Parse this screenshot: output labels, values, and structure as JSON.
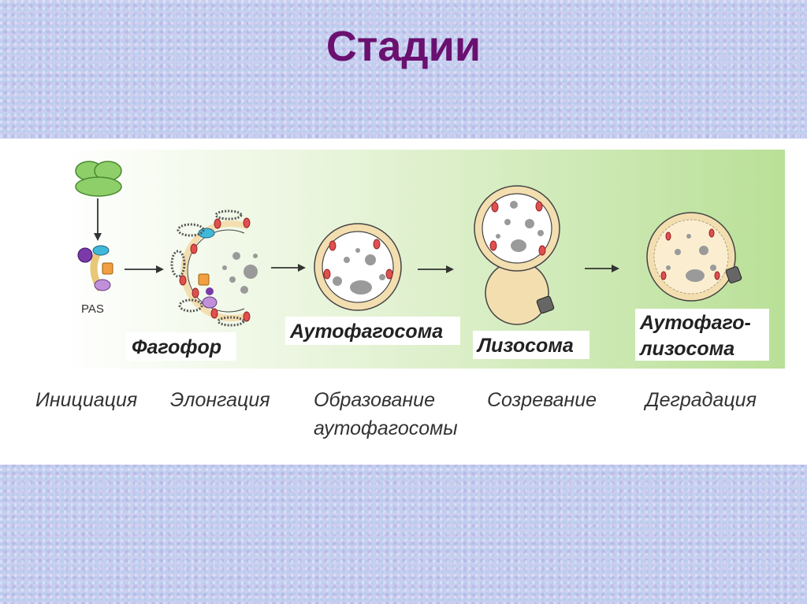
{
  "title": "Стадии",
  "diagram": {
    "pas_label": "PAS",
    "phagophore_label": "Фагофор",
    "autophagosome_label": "Аутофагосома",
    "lysosome_label": "Лизосома",
    "autolysosome_label_line1": "Аутофаго-",
    "autolysosome_label_line2": "лизосома"
  },
  "stages": {
    "initiation": "Инициация",
    "elongation": "Элонгация",
    "formation_line1": "Образование",
    "formation_line2": "аутофагосомы",
    "maturation": "Созревание",
    "degradation": "Деградация"
  },
  "colors": {
    "title": "#6a1070",
    "panel_green": "#bfe3a0",
    "membrane": "#f3deb0",
    "cargo": "#9a9a9a",
    "receptor": "#d04040"
  }
}
